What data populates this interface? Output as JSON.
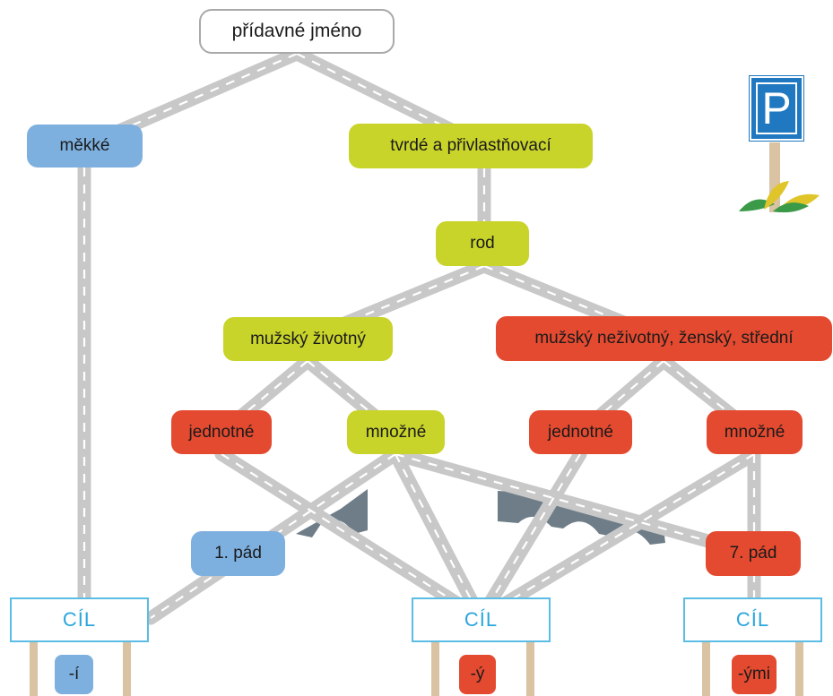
{
  "root": "přídavné jméno",
  "soft": "měkké",
  "hard": "tvrdé a přivlastňovací",
  "gender": "rod",
  "masc_animate": "mužský životný",
  "others": "mužský neživotný, ženský, střední",
  "ma_singular": "jednotné",
  "ma_plural": "množné",
  "ot_singular": "jednotné",
  "ot_plural": "množné",
  "case1": "1. pád",
  "case7": "7. pád",
  "goal_label": "CÍL",
  "ending_soft": "-í",
  "ending_hard": "-ý",
  "ending_instr": "-ými",
  "parking_sign": "P",
  "colors": {
    "blue": "#7eb0df",
    "yellow": "#c9d42b",
    "red": "#e44a30",
    "road": "#c8c8c8",
    "goal_border": "#5bbde5"
  }
}
